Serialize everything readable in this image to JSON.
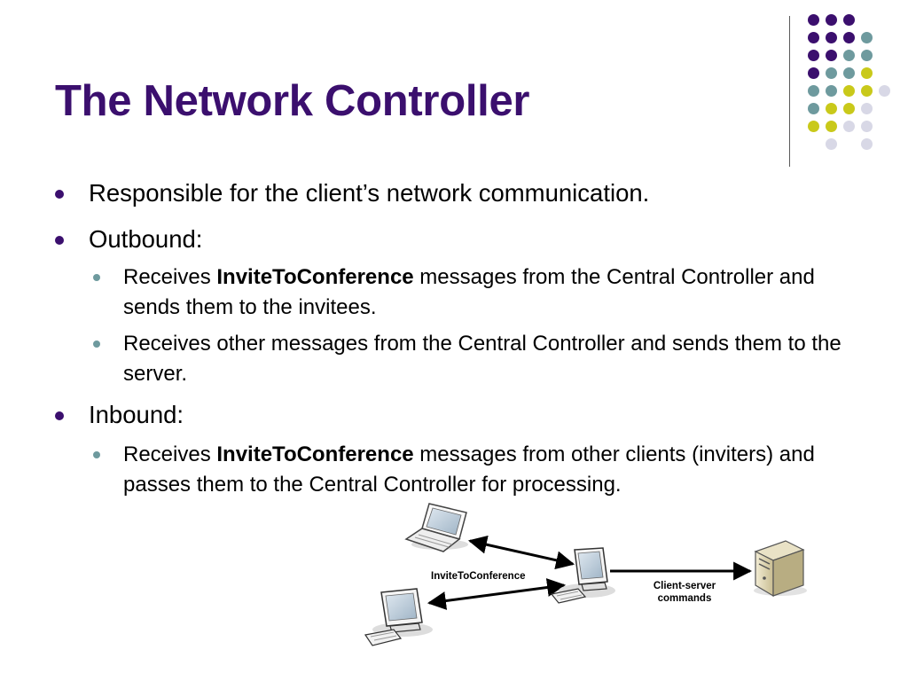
{
  "slide": {
    "title": "The Network Controller",
    "bullets": {
      "b1": "Responsible for the client’s network communication.",
      "b2": "Outbound:",
      "b2_1": {
        "pre": "Receives ",
        "bold": "InviteToConference",
        "post": " messages from the Central Controller and sends them to the invitees."
      },
      "b2_2": "Receives other messages from the Central Controller and sends them to the server.",
      "b3": "Inbound:",
      "b3_1": {
        "pre": "Receives ",
        "bold": "InviteToConference",
        "post": " messages from other clients (inviters) and passes them to the Central Controller for processing."
      }
    },
    "diagram": {
      "label_invite": "InviteToConference",
      "label_cs_line1": "Client-server",
      "label_cs_line2": "commands"
    },
    "colors": {
      "title": "#3b0f6e",
      "purple": "#3b0f6e",
      "teal": "#6e9a9e",
      "yellow": "#c9c91a",
      "lavender": "#d8d8e6"
    }
  }
}
